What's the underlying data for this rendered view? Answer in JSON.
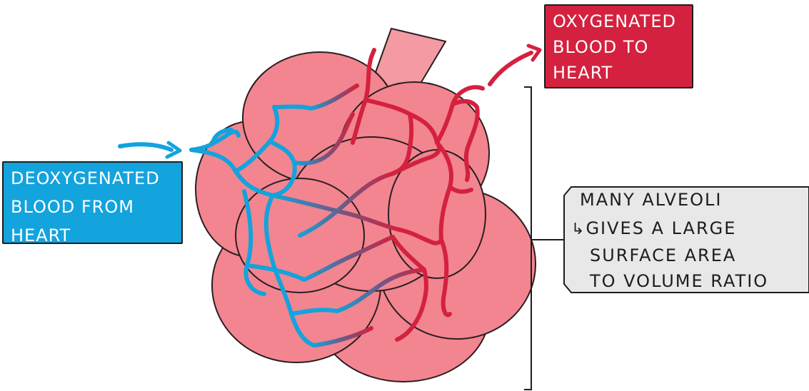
{
  "labels": {
    "deoxygenated": [
      "DEOXYGENATED",
      "BLOOD FROM",
      "HEART"
    ],
    "oxygenated": [
      "OXYGENATED",
      "BLOOD TO",
      "HEART"
    ],
    "note": {
      "heading": "MANY ALVEOLI",
      "arrow": "↳",
      "lines": [
        "GIVES A LARGE",
        "SURFACE AREA",
        "TO VOLUME RATIO"
      ]
    }
  },
  "colors": {
    "alveolus_fill": "#f28590",
    "alveolus_outline": "#2a1e22",
    "deoxygenated": "#13a3dd",
    "oxygenated": "#d4213f",
    "mixed": "#6b5a86",
    "note_fill": "#e8e8e8",
    "bronchiole_fill": "#f39aa2"
  }
}
